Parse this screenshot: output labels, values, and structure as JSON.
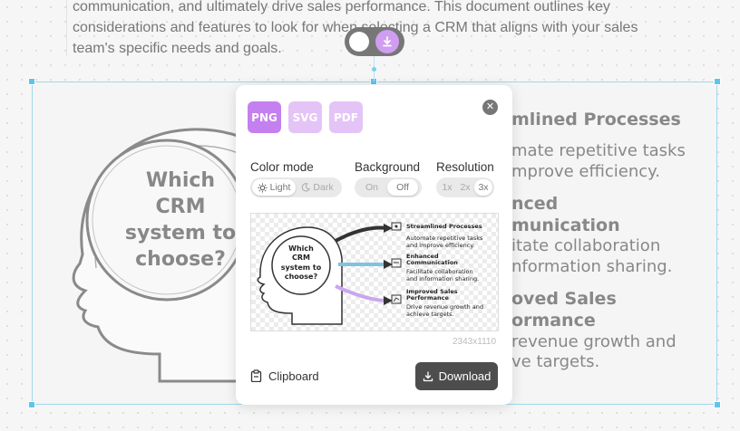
{
  "document": {
    "lines": [
      "communication, and ultimately drive sales performance. This document outlines key",
      "considerations and features to look for when selecting a CRM that aligns with your sales",
      "team's specific needs and goals."
    ]
  },
  "diagram": {
    "center_lines": [
      "Which",
      "CRM",
      "system to",
      "choose?"
    ],
    "right_lines": [
      {
        "text": "mlined Processes",
        "kind": "title"
      },
      {
        "text": "mate repetitive tasks",
        "kind": "desc"
      },
      {
        "text": "mprove efficiency.",
        "kind": "desc"
      },
      {
        "text": "nced",
        "kind": "title"
      },
      {
        "text": "munication",
        "kind": "title"
      },
      {
        "text": "itate collaboration",
        "kind": "desc"
      },
      {
        "text": "nformation sharing.",
        "kind": "desc"
      },
      {
        "text": "oved Sales",
        "kind": "title"
      },
      {
        "text": "ormance",
        "kind": "title"
      },
      {
        "text": "revenue growth and",
        "kind": "desc"
      },
      {
        "text": "ve targets.",
        "kind": "desc"
      }
    ]
  },
  "export_popup": {
    "formats": [
      {
        "label": "PNG",
        "active": true
      },
      {
        "label": "SVG",
        "active": false
      },
      {
        "label": "PDF",
        "active": false
      }
    ],
    "color_mode": {
      "label": "Color mode",
      "options": [
        "Light",
        "Dark"
      ],
      "selected": "Light"
    },
    "background": {
      "label": "Background",
      "options": [
        "On",
        "Off"
      ],
      "selected": "Off"
    },
    "resolution": {
      "label": "Resolution",
      "options": [
        "1x",
        "2x",
        "3x"
      ],
      "selected": "3x"
    },
    "preview": {
      "center_lines": [
        "Which",
        "CRM",
        "system to",
        "choose?"
      ],
      "items": [
        {
          "title": "Streamlined Processes",
          "desc": [
            "Automate repetitive tasks",
            "and improve efficiency."
          ]
        },
        {
          "title": "Enhanced Communication",
          "desc": [
            "Facilitate collaboration",
            "and information sharing."
          ]
        },
        {
          "title": "Improved Sales Performance",
          "desc": [
            "Drive revenue growth and",
            "achieve targets."
          ]
        }
      ]
    },
    "dimensions": "2343x1110",
    "clipboard_label": "Clipboard",
    "download_label": "Download"
  },
  "colors": {
    "accent": "#c580f0",
    "accent_light": "#e4c4f7",
    "selection": "#5ec4ec",
    "download_bg": "#4d4d4d"
  },
  "icons": [
    "download-icon",
    "close-icon",
    "sun-icon",
    "moon-icon",
    "clipboard-icon",
    "link-icon",
    "chat-icon",
    "chart-icon"
  ]
}
